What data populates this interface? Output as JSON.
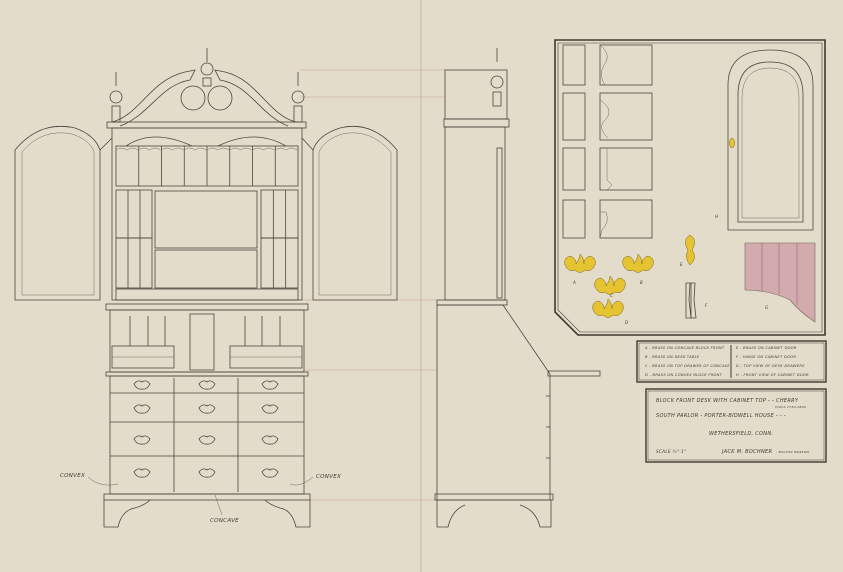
{
  "colors": {
    "paper": "#e3dccb",
    "ink": "#4a463f",
    "blue": "#a9b7c9",
    "pink": "#d9b4b7",
    "green": "#c3cba9",
    "brass": "#e6c331",
    "rose": "#d3aaad"
  },
  "labels": {
    "convex_left": "CONVEX",
    "convex_right": "CONVEX",
    "concave": "CONCAVE"
  },
  "detail_letters": [
    "A",
    "B",
    "C",
    "D",
    "E",
    "F",
    "G",
    "H"
  ],
  "legend": {
    "left": [
      "A - BRASS ON CONCAVE BLOCK FRONT",
      "B - BRASS ON DESK TABLE",
      "C - BRASS ON TOP DRAWER OF CONCAVE",
      "D - BRASS ON CONVEX BLOCK FRONT"
    ],
    "right": [
      "E - BRASS ON CABINET DOOR",
      "F - HINGE ON CABINET DOOR",
      "G - TOP VIEW OF DESK DRAWERS",
      "H - FRONT VIEW OF CABINET DOOR"
    ]
  },
  "title_block": {
    "title": "BLOCK FRONT DESK WITH CABINET TOP - - CHERRY",
    "date": "CIRCA 1750-1800",
    "location": "SOUTH PARLOR - PORTER-BIDWELL HOUSE - - -",
    "town": "WETHERSFIELD, CONN.",
    "scale": "SCALE ¾\"-1\"",
    "artist": "JACK M. BOCHNER",
    "artist_note": "- BOLTON MUSEUM"
  }
}
